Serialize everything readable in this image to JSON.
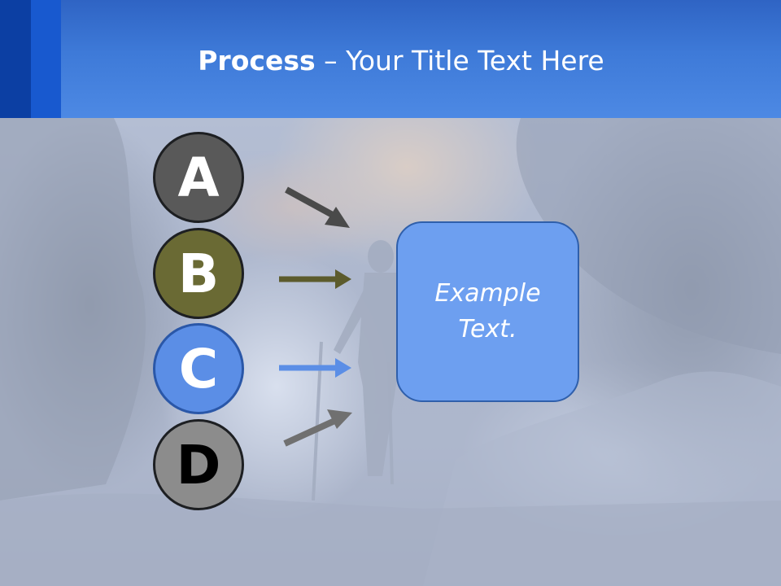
{
  "header": {
    "title_bold": "Process",
    "title_rest": " – Your Title Text Here"
  },
  "steps": [
    {
      "letter": "A",
      "color": "#595959"
    },
    {
      "letter": "B",
      "color": "#6a6a34"
    },
    {
      "letter": "C",
      "color": "#5b8ee6"
    },
    {
      "letter": "D",
      "color": "#8c8c8c"
    }
  ],
  "example_box": {
    "text": "Example Text.",
    "color": "#6d9ff0"
  },
  "colors": {
    "header": "#3e7ad8",
    "arrow_a": "#4a4a4a",
    "arrow_b": "#5c5b2c",
    "arrow_c": "#5b8ee6",
    "arrow_d": "#707070"
  }
}
